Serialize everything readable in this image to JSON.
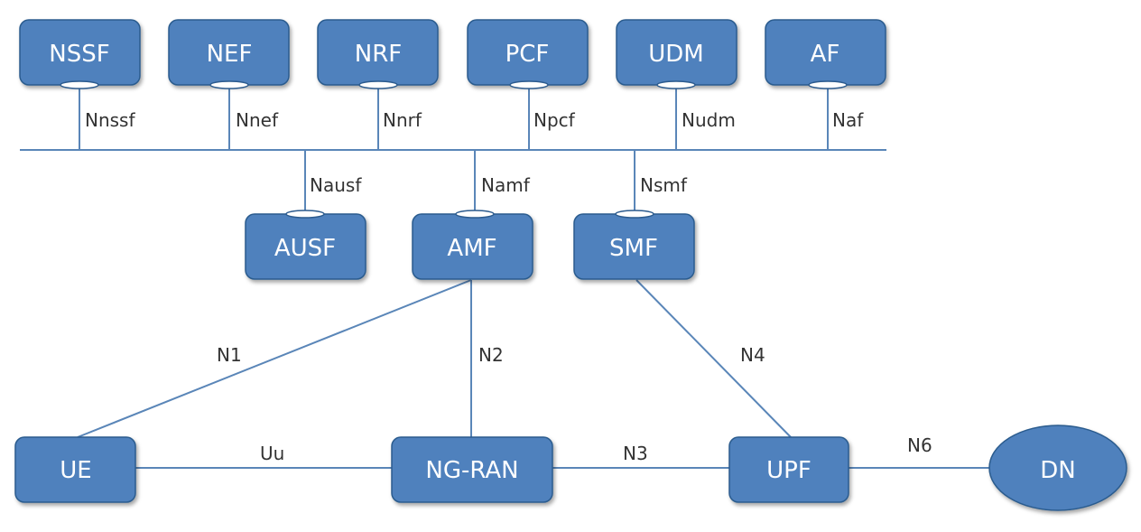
{
  "nodes": {
    "nssf": "NSSF",
    "nef": "NEF",
    "nrf": "NRF",
    "pcf": "PCF",
    "udm": "UDM",
    "af": "AF",
    "ausf": "AUSF",
    "amf": "AMF",
    "smf": "SMF",
    "ue": "UE",
    "ngran": "NG-RAN",
    "upf": "UPF",
    "dn": "DN"
  },
  "interfaces": {
    "nnssf": "Nnssf",
    "nnef": "Nnef",
    "nnrf": "Nnrf",
    "npcf": "Npcf",
    "nudm": "Nudm",
    "naf": "Naf",
    "nausf": "Nausf",
    "namf": "Namf",
    "nsmf": "Nsmf",
    "n1": "N1",
    "n2": "N2",
    "n3": "N3",
    "n4": "N4",
    "n6": "N6",
    "uu": "Uu"
  },
  "colors": {
    "box_fill": "#4f81bd",
    "box_stroke": "#2c5b8e",
    "line": "#5a86b8",
    "label": "#333333"
  }
}
